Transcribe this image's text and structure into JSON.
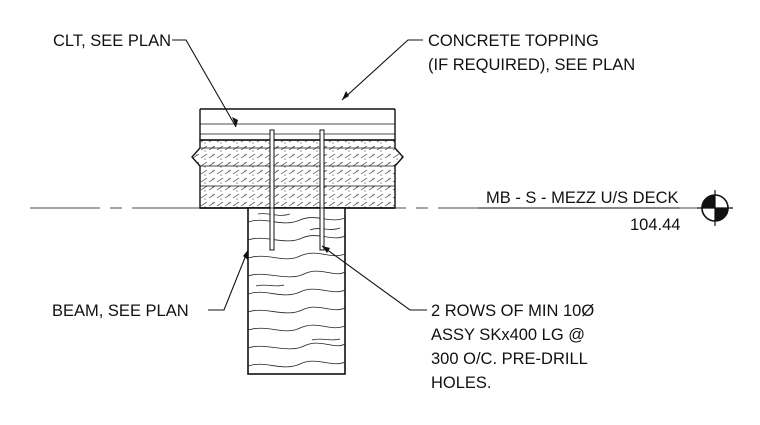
{
  "labels": {
    "clt": "CLT, SEE PLAN",
    "topping_line1": "CONCRETE TOPPING",
    "topping_line2": "(IF REQUIRED), SEE PLAN",
    "beam": "BEAM, SEE PLAN",
    "screws_line1": "2 ROWS OF MIN 10Ø",
    "screws_line2": "ASSY SKx400 LG @",
    "screws_line3": "300 O/C. PRE-DRILL",
    "screws_line4": "HOLES."
  },
  "level_marker": {
    "name": "MB - S - MEZZ U/S DECK",
    "elevation": "104.44"
  },
  "colors": {
    "ink": "#111111",
    "background": "#ffffff"
  }
}
